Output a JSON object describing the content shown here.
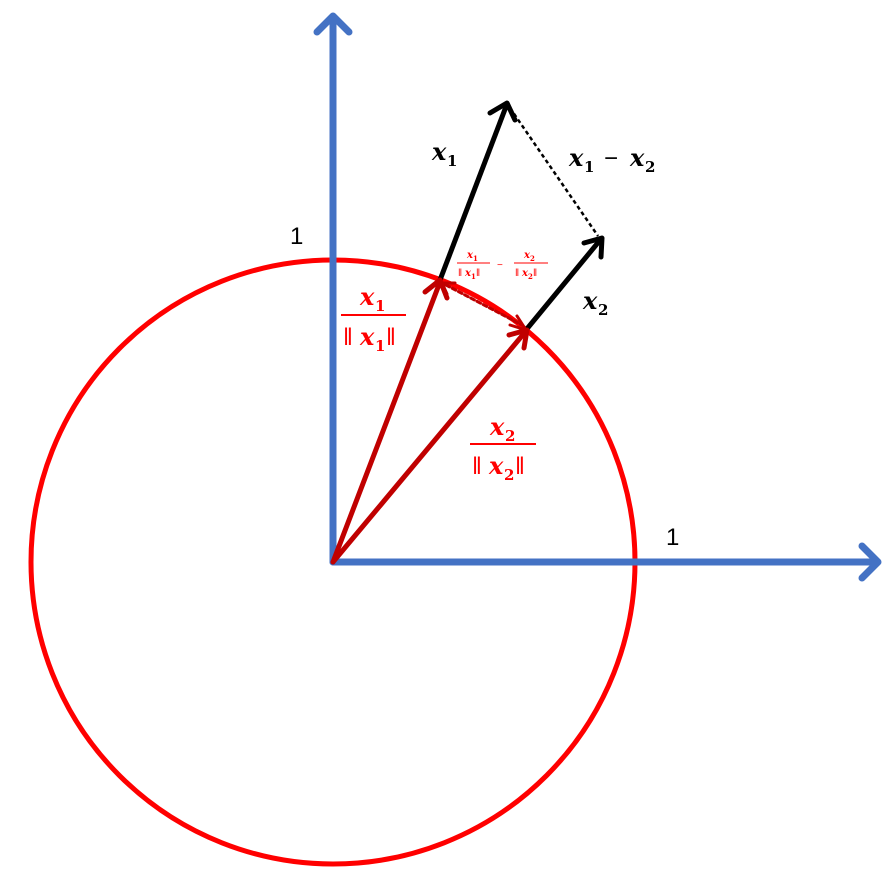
{
  "colors": {
    "axis": "#4472c4",
    "circle": "#ff0000",
    "unit_vectors": "#c00000",
    "vectors": "#000000",
    "red_labels": "#ff0000"
  },
  "axes": {
    "y_tick_label": "1",
    "x_tick_label": "1"
  },
  "labels": {
    "x1": {
      "var": "x",
      "sub": "1"
    },
    "x2": {
      "var": "x",
      "sub": "2"
    },
    "diff": {
      "var1": "x",
      "sub1": "1",
      "minus": "−",
      "var2": "x",
      "sub2": "2"
    },
    "u1": {
      "num_var": "x",
      "num_sub": "1",
      "den_open": "‖",
      "den_var": "x",
      "den_sub": "1",
      "den_close": "‖"
    },
    "u2": {
      "num_var": "x",
      "num_sub": "2",
      "den_open": "‖",
      "den_var": "x",
      "den_sub": "2",
      "den_close": "‖"
    },
    "udiff": {
      "minus": "−"
    }
  }
}
